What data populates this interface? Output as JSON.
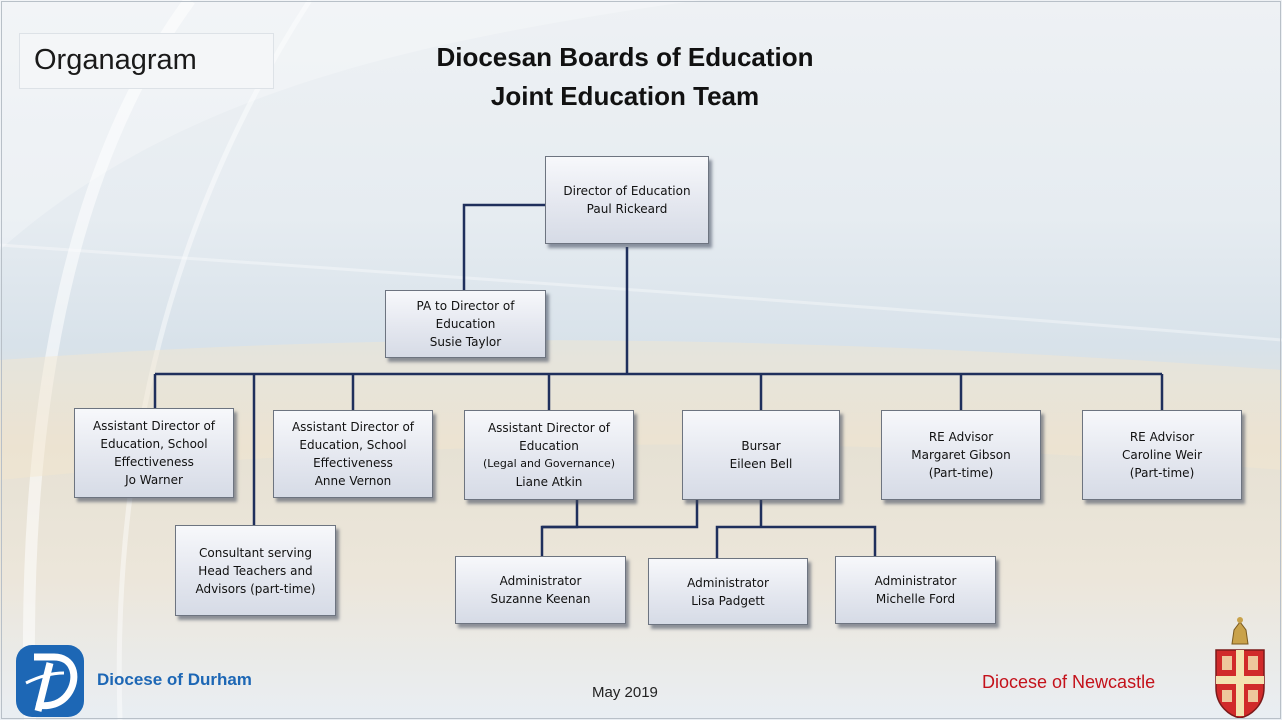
{
  "header": {
    "label": "Organagram"
  },
  "title": {
    "line1": "Diocesan Boards of Education",
    "line2": "Joint Education Team"
  },
  "director": {
    "role": "Director of Education",
    "name": "Paul Rickeard"
  },
  "pa": {
    "line1": "PA to Director of",
    "line2": "Education",
    "name": "Susie Taylor"
  },
  "ad_school_1": {
    "line1": "Assistant Director of",
    "line2": "Education, School",
    "line3": "Effectiveness",
    "name": "Jo Warner"
  },
  "ad_school_2": {
    "line1": "Assistant Director of",
    "line2": "Education, School",
    "line3": "Effectiveness",
    "name": "Anne Vernon"
  },
  "ad_legal": {
    "line1": "Assistant Director of",
    "line2": "Education",
    "line3": "(Legal and Governance)",
    "name": "Liane Atkin"
  },
  "consultant": {
    "line1": "Consultant serving",
    "line2": "Head Teachers and",
    "line3": "Advisors (part-time)"
  },
  "bursar": {
    "role": "Bursar",
    "name": "Eileen Bell"
  },
  "re_advisor_1": {
    "role": "RE Advisor",
    "name": "Margaret Gibson",
    "note": "(Part-time)"
  },
  "re_advisor_2": {
    "role": "RE Advisor",
    "name": "Caroline Weir",
    "note": "(Part-time)"
  },
  "admin_1": {
    "role": "Administrator",
    "name": "Suzanne Keenan"
  },
  "admin_2": {
    "role": "Administrator",
    "name": "Lisa Padgett"
  },
  "admin_3": {
    "role": "Administrator",
    "name": "Michelle Ford"
  },
  "footer": {
    "durham": "Diocese of Durham",
    "date": "May 2019",
    "newcastle": "Diocese of Newcastle"
  },
  "colors": {
    "connector": "#1f2f5c",
    "durham_blue": "#1d67b5",
    "newcastle_red": "#c4121b"
  },
  "icons": {
    "durham_logo": "durham-logo-icon",
    "newcastle_crest": "newcastle-crest-icon"
  }
}
